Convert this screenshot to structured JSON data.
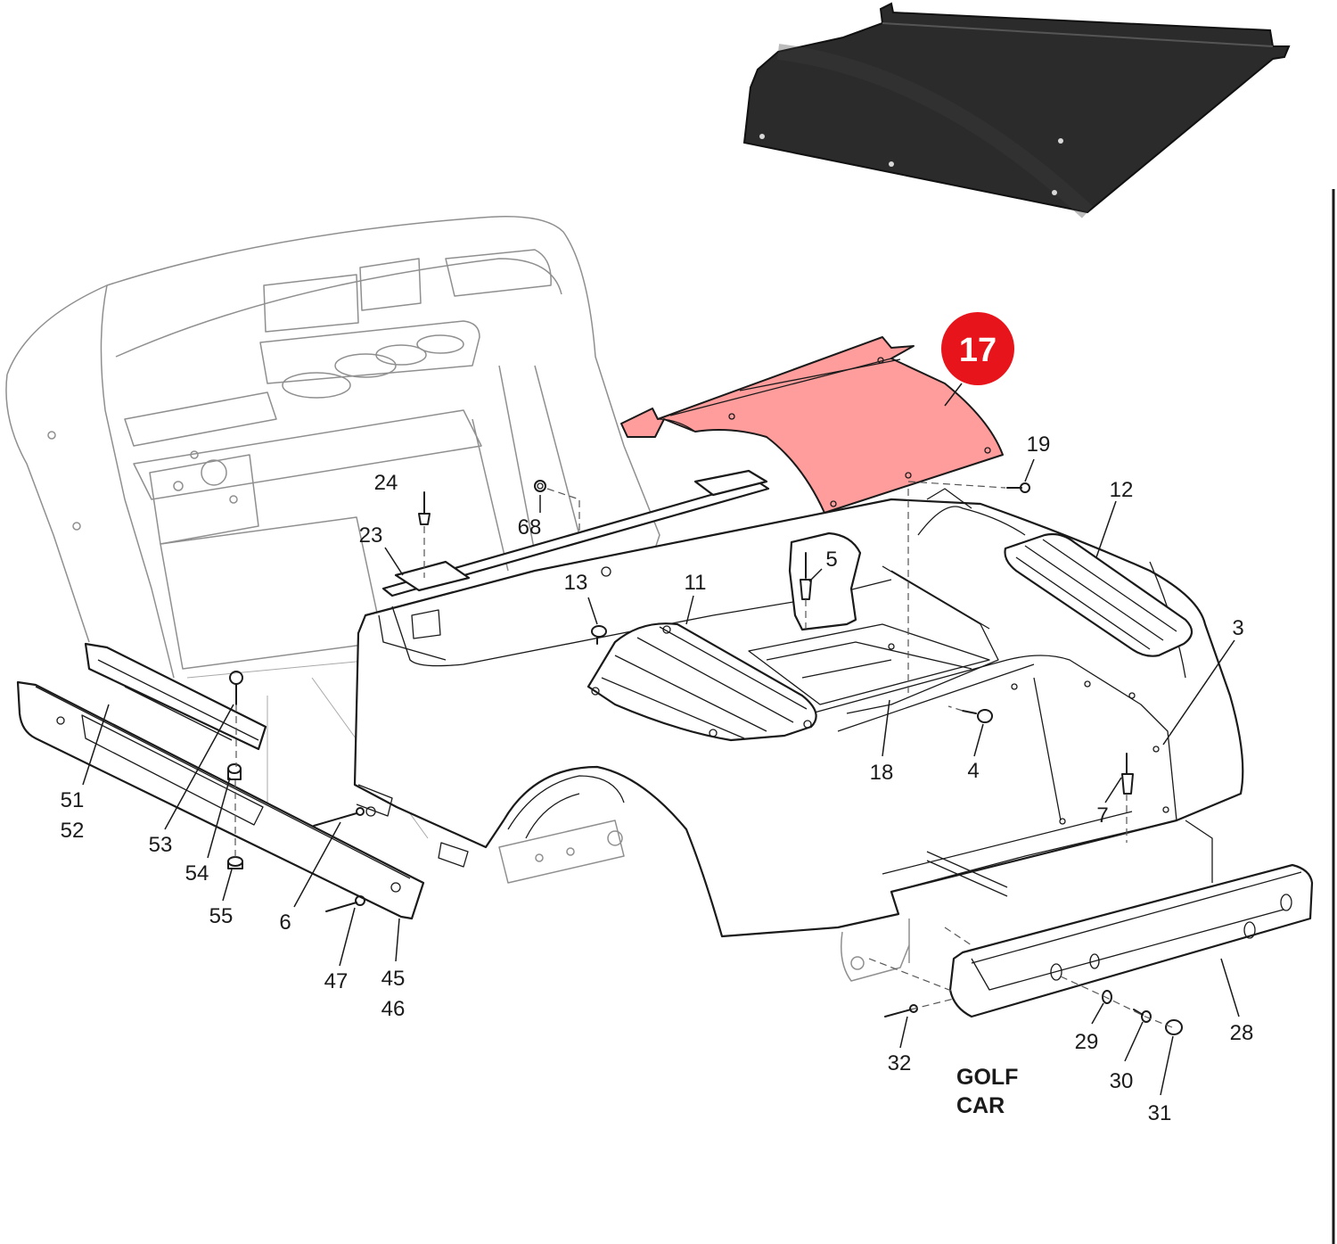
{
  "highlighted_part": {
    "number": "17",
    "badge_color": "#e8141b",
    "highlight_color": "#ff9c9c"
  },
  "photo": {
    "color": "#2b2b2b"
  },
  "caption": {
    "line1": "GOLF",
    "line2": "CAR"
  },
  "callouts": [
    {
      "id": "19",
      "text": "19"
    },
    {
      "id": "12",
      "text": "12"
    },
    {
      "id": "24",
      "text": "24"
    },
    {
      "id": "68",
      "text": "68"
    },
    {
      "id": "23",
      "text": "23"
    },
    {
      "id": "5",
      "text": "5"
    },
    {
      "id": "13",
      "text": "13"
    },
    {
      "id": "11",
      "text": "11"
    },
    {
      "id": "3",
      "text": "3"
    },
    {
      "id": "18",
      "text": "18"
    },
    {
      "id": "4",
      "text": "4"
    },
    {
      "id": "7",
      "text": "7"
    },
    {
      "id": "51",
      "text": "51"
    },
    {
      "id": "52",
      "text": "52"
    },
    {
      "id": "53",
      "text": "53"
    },
    {
      "id": "54",
      "text": "54"
    },
    {
      "id": "55",
      "text": "55"
    },
    {
      "id": "6",
      "text": "6"
    },
    {
      "id": "47",
      "text": "47"
    },
    {
      "id": "45",
      "text": "45"
    },
    {
      "id": "46",
      "text": "46"
    },
    {
      "id": "32",
      "text": "32"
    },
    {
      "id": "29",
      "text": "29"
    },
    {
      "id": "30",
      "text": "30"
    },
    {
      "id": "31",
      "text": "31"
    },
    {
      "id": "28",
      "text": "28"
    }
  ]
}
